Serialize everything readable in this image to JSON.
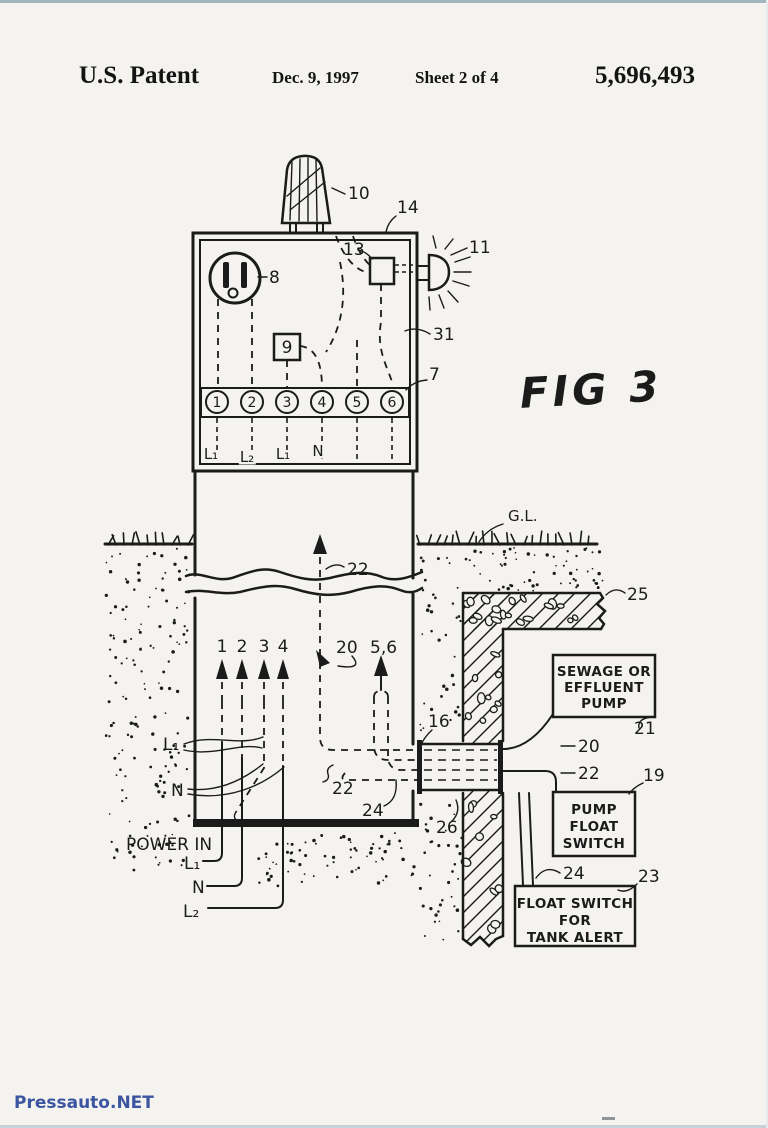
{
  "header": {
    "title": "U.S. Patent",
    "date": "Dec. 9, 1997",
    "sheet": "Sheet 2 of 4",
    "patent_number": "5,696,493"
  },
  "figure_label": "FIG 3",
  "watermark": "Pressauto.NET",
  "ground_label": "G.L.",
  "refs": {
    "r7": "7",
    "r8": "8",
    "r9": "9",
    "r10": "10",
    "r11": "11",
    "r13": "13",
    "r14": "14",
    "r16": "16",
    "r19": "19",
    "r20": "20",
    "r21": "21",
    "r22": "22",
    "r23": "23",
    "r24": "24",
    "r25": "25",
    "r26": "26",
    "r31": "31",
    "r56": "5,6"
  },
  "terminals": [
    "1",
    "2",
    "3",
    "4",
    "5",
    "6"
  ],
  "terminal_wires": [
    "L₁",
    "L₂",
    "L₁",
    "N"
  ],
  "feed_wires": [
    "1",
    "2",
    "3",
    "4"
  ],
  "left_labels": {
    "l1": "L₁",
    "n": "N"
  },
  "power_in": {
    "title": "POWER IN",
    "l1": "L₁",
    "n": "N",
    "l2": "L₂"
  },
  "boxes": {
    "pump": {
      "lines": [
        "SEWAGE OR",
        "EFFLUENT",
        "PUMP"
      ]
    },
    "pump_float_switch": {
      "lines": [
        "PUMP",
        "FLOAT",
        "SWITCH"
      ]
    },
    "tank_alert": {
      "lines": [
        "FLOAT SWITCH",
        "FOR",
        "TANK ALERT"
      ]
    }
  },
  "colors": {
    "ink": "#1b1b1b",
    "paper": "#f4f3f0",
    "watermark": "#3b55a0"
  }
}
